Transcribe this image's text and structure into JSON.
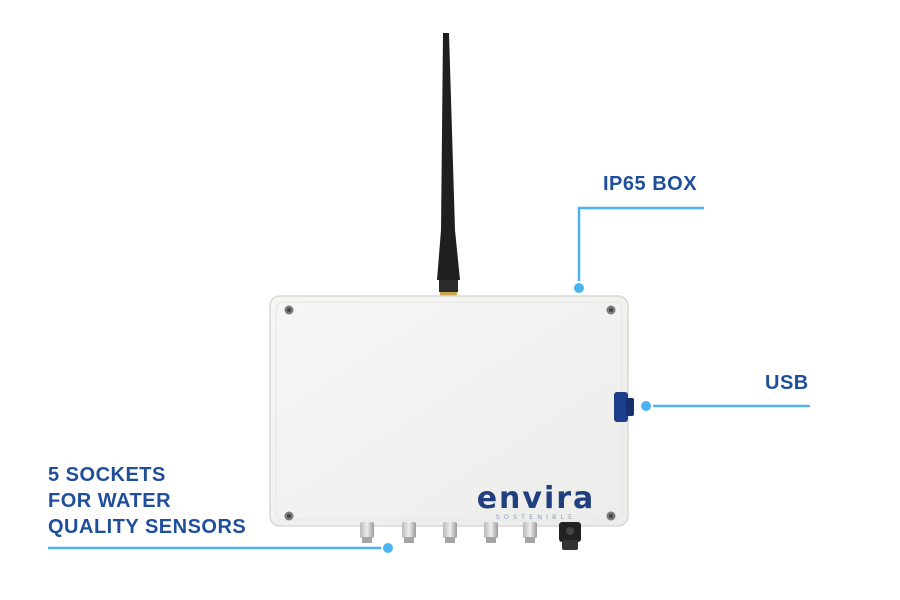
{
  "callouts": {
    "ip65_box": "IP65 BOX",
    "usb": "USB",
    "sockets_line1": "5 SOCKETS",
    "sockets_line2": "FOR WATER",
    "sockets_line3": "QUALITY SENSORS"
  },
  "device": {
    "brand": "envira",
    "brand_sub": "SOSTENIBLE",
    "socket_count": 5
  },
  "colors": {
    "label_blue": "#1f4f9a",
    "callout_line": "#4ab3f0",
    "box_fill": "#f3f3f1",
    "antenna": "#1e1e1e",
    "usb_cap": "#1d3e8a"
  },
  "icons": [
    "antenna-icon",
    "screw-icon",
    "connector-icon",
    "usb-port-icon"
  ]
}
